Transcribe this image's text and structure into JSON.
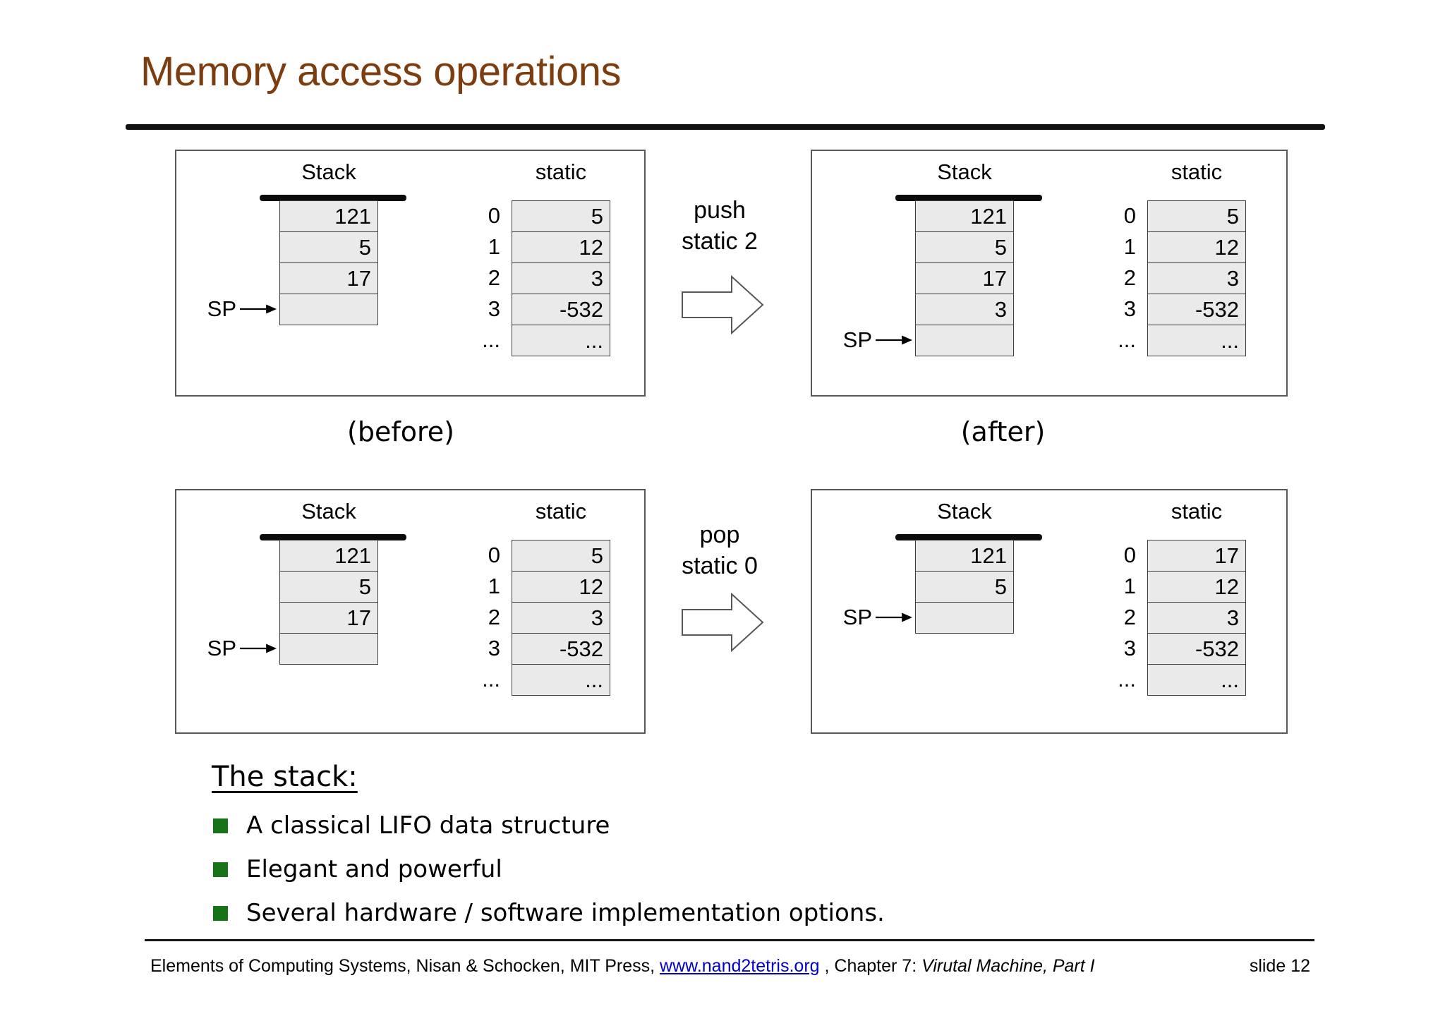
{
  "slide": {
    "title": "Memory access operations",
    "captions": {
      "before": "(before)",
      "after": "(after)"
    }
  },
  "colors": {
    "title": "#7c3d10",
    "bullet_marker": "#177317",
    "link": "#0000c8",
    "cell_fill": "#eaeaea"
  },
  "panels": [
    {
      "stack_label": "Stack",
      "sp_label": "SP",
      "static_label": "static",
      "stack_cells": [
        "121",
        "5",
        "17",
        ""
      ],
      "static_indexes": [
        "0",
        "1",
        "2",
        "3",
        "..."
      ],
      "static_values": [
        "5",
        "12",
        "3",
        "-532",
        "..."
      ]
    },
    {
      "stack_label": "Stack",
      "sp_label": "SP",
      "static_label": "static",
      "stack_cells": [
        "121",
        "5",
        "17",
        "3",
        ""
      ],
      "static_indexes": [
        "0",
        "1",
        "2",
        "3",
        "..."
      ],
      "static_values": [
        "5",
        "12",
        "3",
        "-532",
        "..."
      ]
    },
    {
      "stack_label": "Stack",
      "sp_label": "SP",
      "static_label": "static",
      "stack_cells": [
        "121",
        "5",
        "17",
        ""
      ],
      "static_indexes": [
        "0",
        "1",
        "2",
        "3",
        "..."
      ],
      "static_values": [
        "5",
        "12",
        "3",
        "-532",
        "..."
      ]
    },
    {
      "stack_label": "Stack",
      "sp_label": "SP",
      "static_label": "static",
      "stack_cells": [
        "121",
        "5",
        ""
      ],
      "static_indexes": [
        "0",
        "1",
        "2",
        "3",
        "..."
      ],
      "static_values": [
        "17",
        "12",
        "3",
        "-532",
        "..."
      ]
    }
  ],
  "ops": [
    {
      "line1": "push",
      "line2": "static 2"
    },
    {
      "line1": "pop",
      "line2": "static 0"
    }
  ],
  "the_stack": {
    "heading": "The stack:",
    "items": [
      "A classical LIFO data structure",
      "Elegant and powerful",
      "Several hardware / software implementation options."
    ]
  },
  "footer": {
    "prefix": "Elements of Computing Systems, Nisan & Schocken, MIT Press, ",
    "link": "www.nand2tetris.org",
    "middle": " , Chapter 7: ",
    "italic": "Virutal Machine, Part I",
    "slide": "slide 12"
  }
}
